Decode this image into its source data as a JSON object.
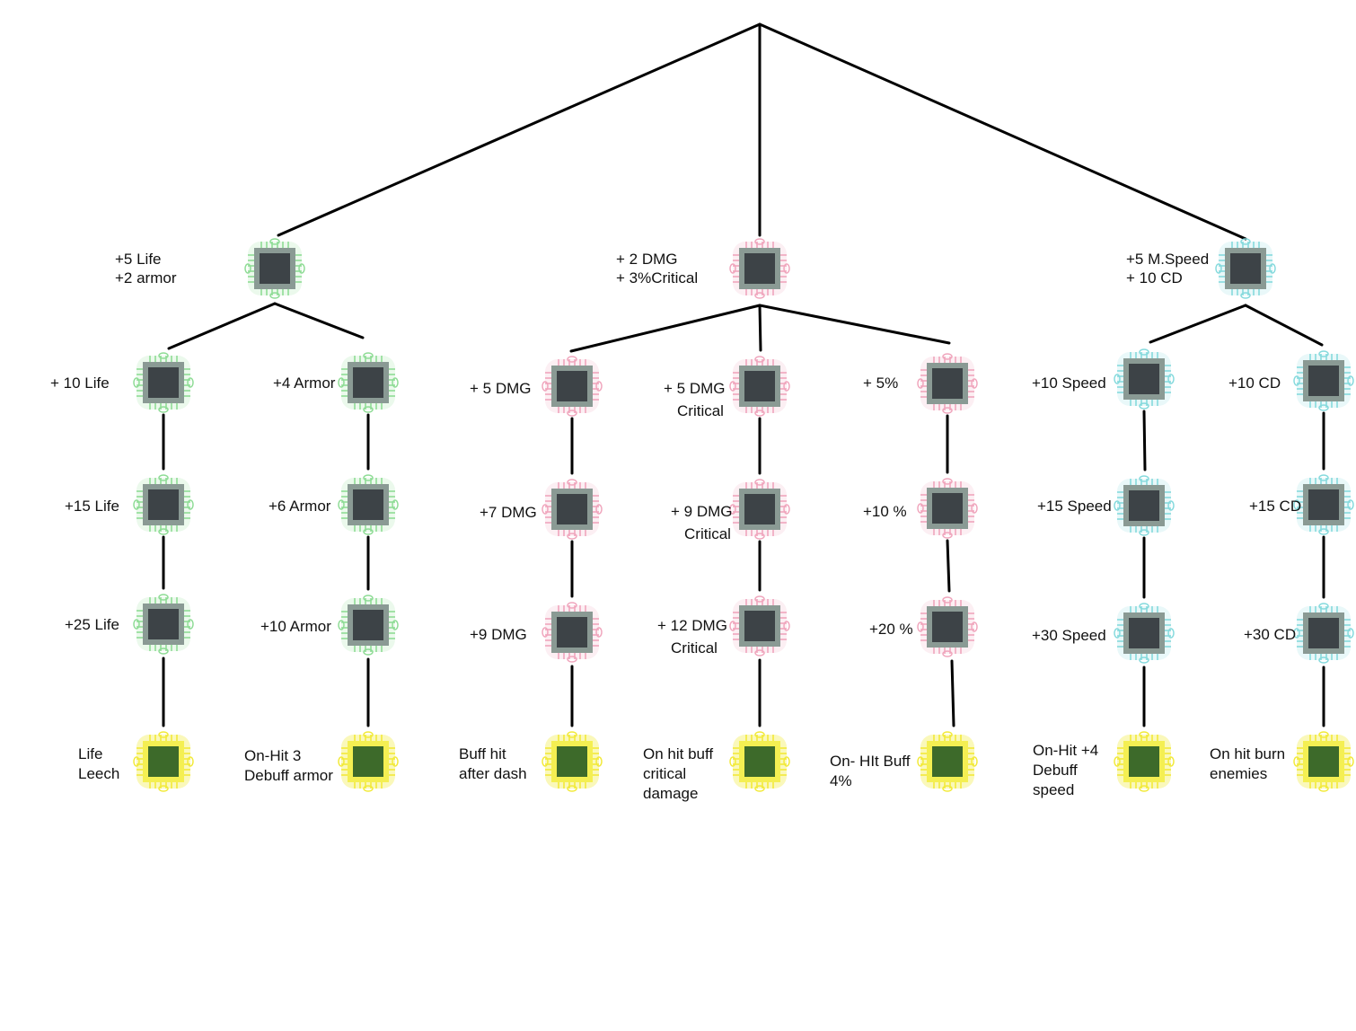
{
  "palette": {
    "background": "#ffffff",
    "line": "#000000",
    "chip_core": "#3d4347",
    "chip_ring": "#8a9a94",
    "final_core": "#3d6a2a",
    "green_pins": "#8fdc96",
    "pink_pins": "#f0a6bd",
    "cyan_pins": "#86dadd",
    "yellow_pins": "#f2ea3a"
  },
  "icon_names": {
    "tier_node": "chip-icon",
    "final_node": "gold-chip-icon"
  },
  "branches": [
    {
      "id": "life",
      "color": "green",
      "root": {
        "lines": [
          "+5 Life",
          "+2 armor"
        ]
      },
      "columns": [
        {
          "tiers": [
            [
              "+ 10 Life"
            ],
            [
              "+15 Life"
            ],
            [
              "+25 Life"
            ]
          ],
          "final": [
            "Life",
            "Leech"
          ]
        },
        {
          "tiers": [
            [
              "+4 Armor"
            ],
            [
              "+6 Armor"
            ],
            [
              "+10 Armor"
            ]
          ],
          "final": [
            "On-Hit 3",
            "Debuff armor"
          ]
        }
      ]
    },
    {
      "id": "damage",
      "color": "pink",
      "root": {
        "lines": [
          "+ 2 DMG",
          "+ 3%Critical"
        ]
      },
      "columns": [
        {
          "tiers": [
            [
              "+ 5 DMG"
            ],
            [
              "+7 DMG"
            ],
            [
              "+9 DMG"
            ]
          ],
          "final": [
            "Buff hit",
            "after dash"
          ]
        },
        {
          "tiers": [
            [
              "+ 5 DMG",
              "Critical"
            ],
            [
              "+ 9 DMG",
              "Critical"
            ],
            [
              "+ 12 DMG",
              "Critical"
            ]
          ],
          "final": [
            "On hit buff",
            "critical",
            "damage"
          ]
        },
        {
          "tiers": [
            [
              "+ 5%"
            ],
            [
              "+10 %"
            ],
            [
              "+20 %"
            ]
          ],
          "final": [
            "On- HIt Buff",
            "4%"
          ]
        }
      ]
    },
    {
      "id": "speed",
      "color": "cyan",
      "root": {
        "lines": [
          "+5 M.Speed",
          "+ 10 CD"
        ]
      },
      "columns": [
        {
          "tiers": [
            [
              "+10 Speed"
            ],
            [
              "+15 Speed"
            ],
            [
              "+30 Speed"
            ]
          ],
          "final": [
            "On-Hit +4",
            "Debuff",
            "speed"
          ]
        },
        {
          "tiers": [
            [
              "+10 CD"
            ],
            [
              "+15 CD"
            ],
            [
              "+30 CD"
            ]
          ],
          "final": [
            "On hit burn",
            "enemies"
          ]
        }
      ]
    }
  ]
}
